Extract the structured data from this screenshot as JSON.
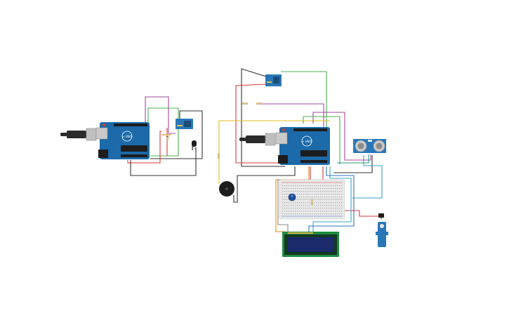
{
  "palette": {
    "board_blue": "#1c6aa9",
    "board_dark": "#15517f",
    "header_black": "#1d1d1d",
    "breadboard": "#e9e9e9",
    "lcd_green": "#1f8a3f",
    "lcd_screen": "#1b2a6b",
    "sensor_blue": "#2a77b8",
    "wire_red": "#d43a3a",
    "wire_green": "#4caf50",
    "wire_black": "#333333",
    "wire_purple": "#a24aa0",
    "wire_yellow": "#e0c21a",
    "wire_orange": "#e08a1e",
    "wire_cyan": "#3aa3c8",
    "wire_teal": "#2a9a8a"
  },
  "components": {
    "left_circuit": {
      "arduino": "arduino-uno",
      "usb": "usb-cable",
      "module": "wifi-module",
      "sensor": "ir-receiver"
    },
    "right_circuit": {
      "arduino": "arduino-uno",
      "usb": "usb-cable",
      "module": "wifi-module",
      "ultrasonic": "ultrasonic-sensor",
      "breadboard": "breadboard",
      "lcd": "lcd-16x2",
      "buzzer": "piezo-buzzer",
      "servo": "micro-servo",
      "potentiometer": "potentiometer"
    }
  }
}
